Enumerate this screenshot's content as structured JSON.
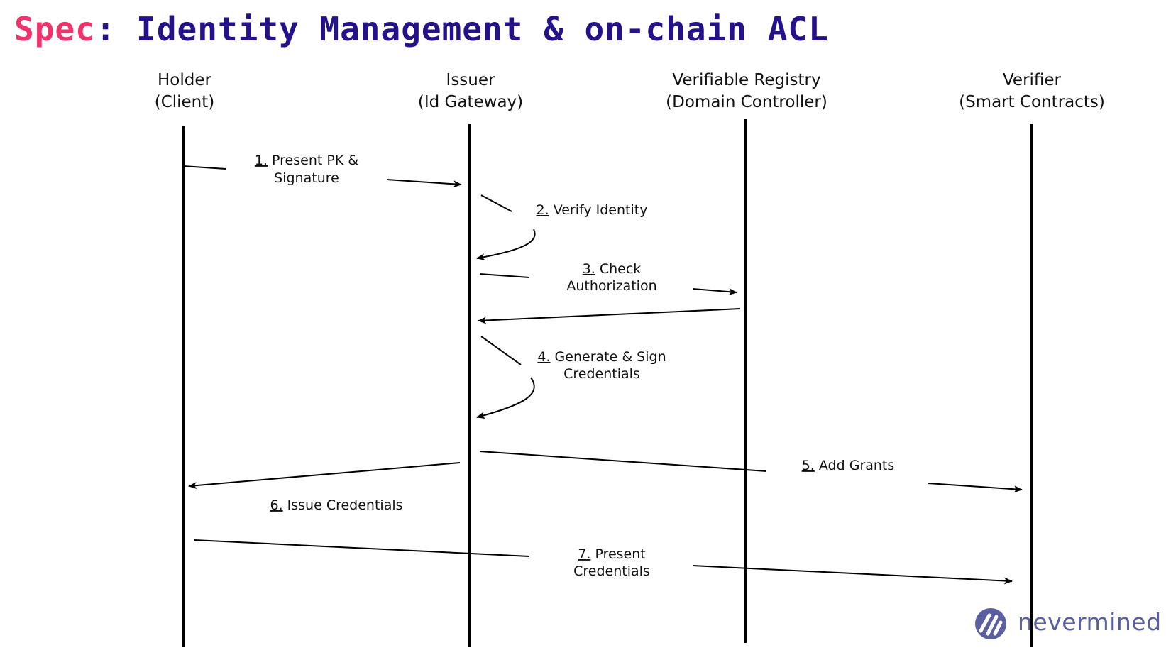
{
  "title": {
    "part1": "Spec",
    "part2": ": Identity Management & on-chain ACL"
  },
  "actors": [
    {
      "line1": "Holder",
      "line2": "(Client)"
    },
    {
      "line1": "Issuer",
      "line2": "(Id Gateway)"
    },
    {
      "line1": "Verifiable Registry",
      "line2": "(Domain Controller)"
    },
    {
      "line1": "Verifier",
      "line2": "(Smart Contracts)"
    }
  ],
  "messages": [
    {
      "num": "1.",
      "line1": "Present PK &",
      "line2": "Signature"
    },
    {
      "num": "2.",
      "line1": "Verify Identity",
      "line2": ""
    },
    {
      "num": "3.",
      "line1": "Check",
      "line2": "Authorization"
    },
    {
      "num": "4.",
      "line1": "Generate & Sign",
      "line2": "Credentials"
    },
    {
      "num": "5.",
      "line1": "Add Grants",
      "line2": ""
    },
    {
      "num": "6.",
      "line1": "Issue Credentials",
      "line2": ""
    },
    {
      "num": "7.",
      "line1": "Present",
      "line2": "Credentials"
    }
  ],
  "logo": {
    "text": "nevermined",
    "icon": "nevermined-logo-icon",
    "color": "#5a5fa0"
  },
  "colors": {
    "title_accent": "#f0336a",
    "title_main": "#24128a"
  }
}
